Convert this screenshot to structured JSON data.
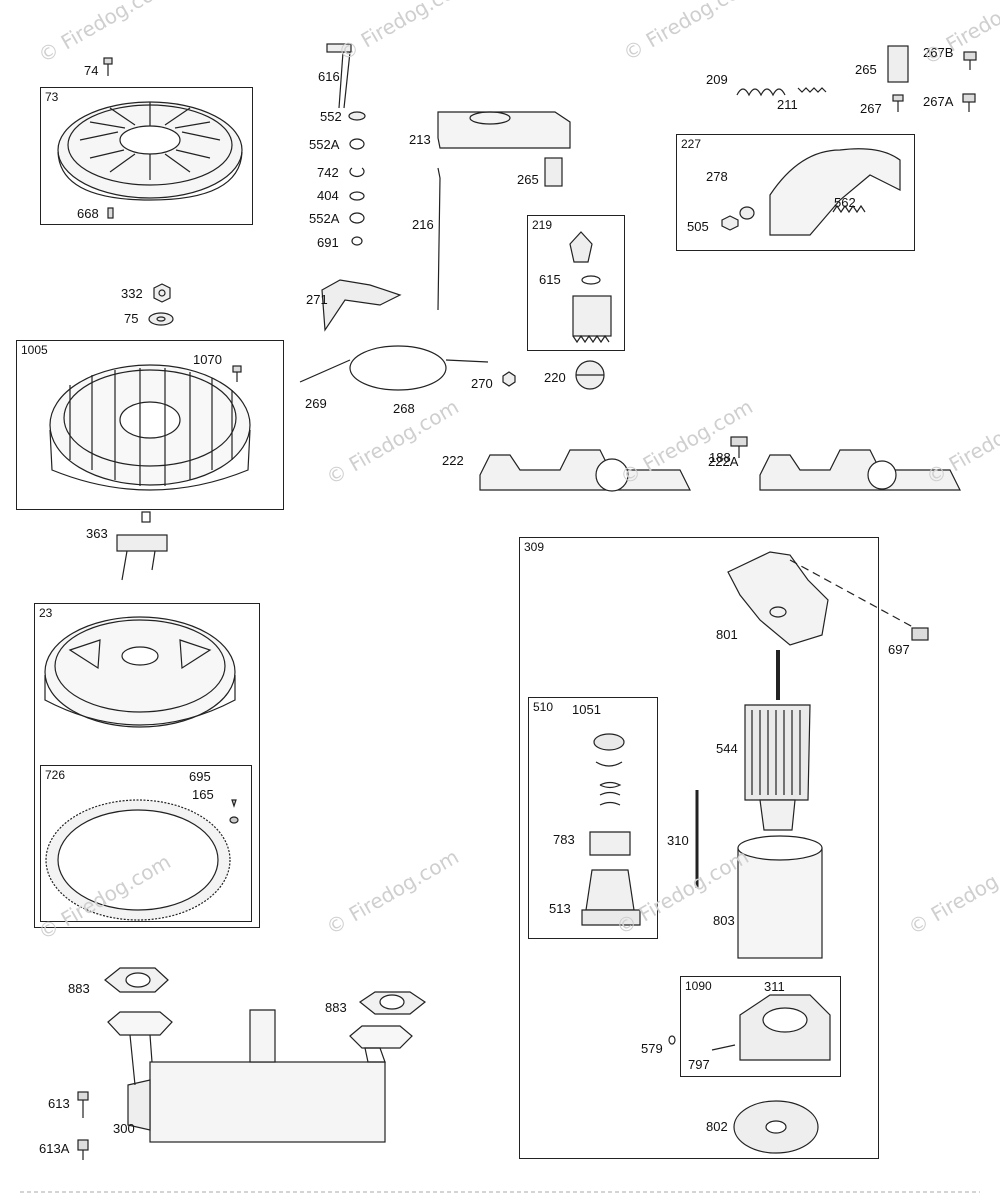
{
  "watermarks": {
    "w1": "© Firedog.com",
    "w2": "© Firedog.com",
    "w3": "© Firedog.com",
    "w4": "© Firedog.com",
    "w5": "© Firedog.com",
    "w6": "© Firedog.com",
    "w7": "© Firedog.com",
    "w8": "© Firedog.com",
    "w9": "© Firedog.com",
    "w10": "© Firedog.com",
    "w11": "© Firedog.com"
  },
  "boxes": {
    "b73": "73",
    "b1005": "1005",
    "b23": "23",
    "b726": "726",
    "b219": "219",
    "b227": "227",
    "b309": "309",
    "b510": "510",
    "b1090": "1090"
  },
  "parts": {
    "p74": "74",
    "p668": "668",
    "p332": "332",
    "p75": "75",
    "p1070": "1070",
    "p363": "363",
    "p695": "695",
    "p165": "165",
    "p616": "616",
    "p552": "552",
    "p552a1": "552A",
    "p742": "742",
    "p404": "404",
    "p552a2": "552A",
    "p691": "691",
    "p213": "213",
    "p265a": "265",
    "p216": "216",
    "p615": "615",
    "p271": "271",
    "p270": "270",
    "p220": "220",
    "p269": "269",
    "p268": "268",
    "p209": "209",
    "p211": "211",
    "p265b": "265",
    "p267b": "267B",
    "p267": "267",
    "p267a": "267A",
    "p278": "278",
    "p562": "562",
    "p505": "505",
    "p188": "188",
    "p222": "222",
    "p222a": "222A",
    "p801": "801",
    "p697": "697",
    "p1051": "1051",
    "p544": "544",
    "p783": "783",
    "p310": "310",
    "p513": "513",
    "p803": "803",
    "p311": "311",
    "p579": "579",
    "p797": "797",
    "p802": "802",
    "p883a": "883",
    "p883b": "883",
    "p613": "613",
    "p613a": "613A",
    "p300": "300"
  }
}
